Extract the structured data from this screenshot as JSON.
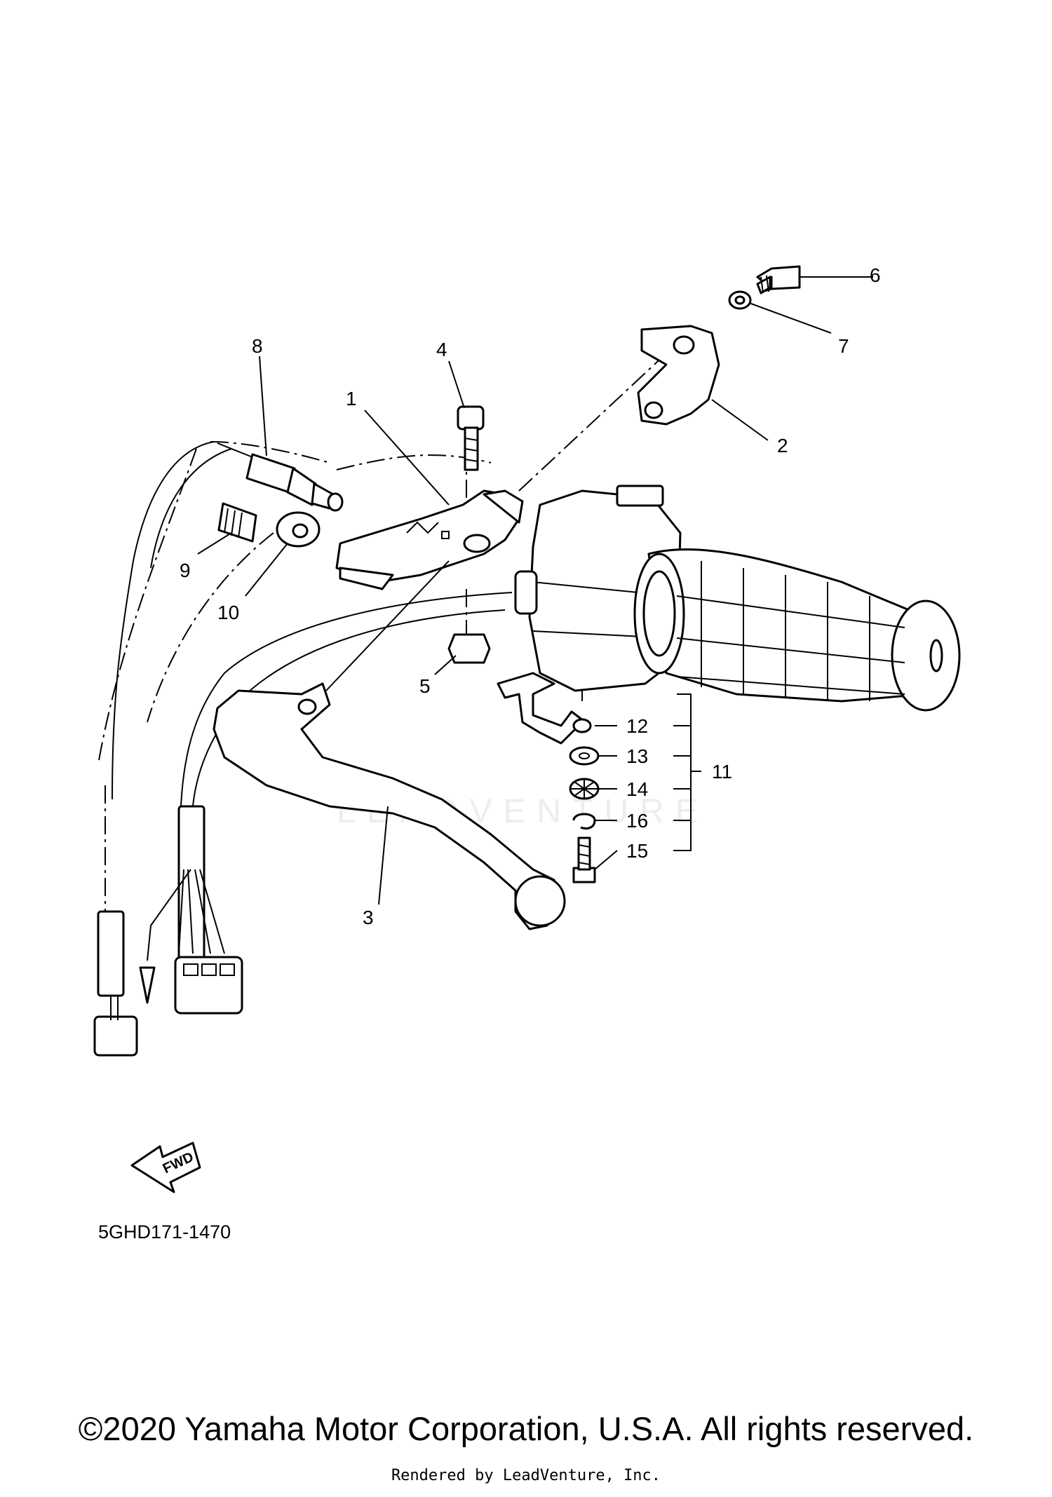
{
  "callouts": [
    "1",
    "2",
    "3",
    "4",
    "5",
    "6",
    "7",
    "8",
    "9",
    "10",
    "11",
    "12",
    "13",
    "14",
    "15",
    "16"
  ],
  "diagram_code": "5GHD171-1470",
  "fwd_arrow_label": "FWD",
  "watermark": "LEADVENTURE",
  "footer": {
    "copyright": "©2020 Yamaha Motor Corporation, U.S.A. All rights reserved.",
    "rendered_by": "Rendered by LeadVenture, Inc."
  }
}
